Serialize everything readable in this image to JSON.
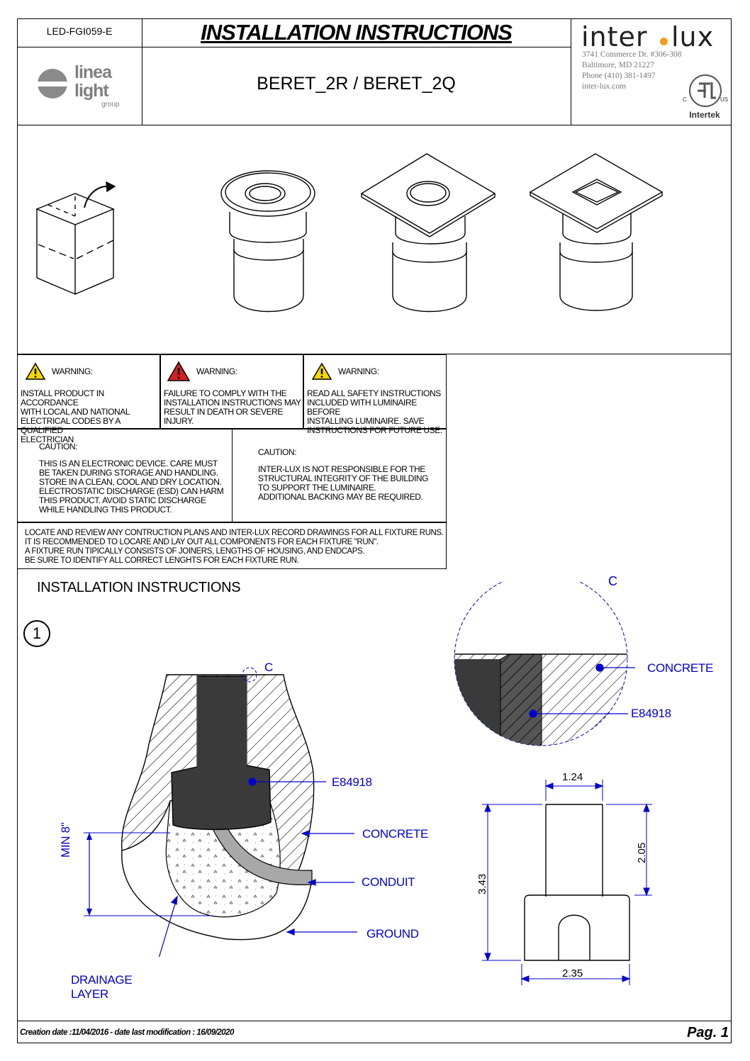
{
  "header": {
    "doc_code": "LED-FGI059-E",
    "title": "INSTALLATION INSTRUCTIONS",
    "product": "BERET_2R / BERET_2Q",
    "linea_logo": {
      "line1": "linea",
      "line2": "light",
      "line3": "group"
    },
    "interlux": {
      "brand_left": "inter",
      "brand_right": "lux",
      "address1": "3741 Commerce Dr. #306-308",
      "address2": "Baltimore, MD 21227",
      "phone": "Phone (410) 381-1497",
      "web": "inter-lux.com"
    },
    "cert": {
      "name": "Intertek",
      "c": "C",
      "us": "US"
    }
  },
  "warnings": [
    {
      "label": "WARNING:",
      "text": "INSTALL PRODUCT IN ACCORDANCE\nWITH LOCAL AND NATIONAL\nELECTRICAL CODES BY A QUALIFIED\nELECTRICIAN",
      "color": "#f5d800"
    },
    {
      "label": "WARNING:",
      "text": "FAILURE TO COMPLY WITH THE\nINSTALLATION INSTRUCTIONS MAY\nRESULT IN DEATH OR SEVERE\nINJURY.",
      "color": "#d42020"
    },
    {
      "label": "WARNING:",
      "text": "READ ALL SAFETY INSTRUCTIONS\nINCLUDED WITH LUMINAIRE BEFORE\nINSTALLING LUMINAIRE. SAVE\nINSTRUCTIONS FOR FUTURE USE.",
      "color": "#f5d800"
    }
  ],
  "cautions": [
    {
      "label": "CAUTION:",
      "text": "THIS IS AN ELECTRONIC DEVICE. CARE MUST\nBE TAKEN DURING STORAGE AND HANDLING.\nSTORE IN A CLEAN, COOL AND DRY LOCATION.\nELECTROSTATIC DISCHARGE (ESD) CAN HARM\nTHIS PRODUCT. AVOID STATIC DISCHARGE\nWHILE HANDLING THIS PRODUCT."
    },
    {
      "label": "CAUTION:",
      "text": "INTER-LUX IS NOT RESPONSIBLE FOR THE\nSTRUCTURAL INTEGRITY OF THE BUILDING\nTO SUPPORT THE LUMINAIRE.\nADDITIONAL BACKING MAY BE REQUIRED."
    }
  ],
  "notice": "LOCATE AND REVIEW ANY CONTRUCTION PLANS AND INTER-LUX RECORD DRAWINGS FOR ALL FIXTURE RUNS.\nIT IS RECOMMENDED TO LOCARE AND LAY OUT ALL COMPONENTS FOR EACH FIXTURE \"RUN\".\nA FIXTURE RUN TIPICALLY CONSISTS OF JOINERS, LENGTHS OF HOUSING, AND ENDCAPS.\nBE SURE TO IDENTIFY ALL CORRECT LENGHTS FOR EACH FIXTURE RUN.",
  "section_title": "INSTALLATION INSTRUCTIONS",
  "step": "1",
  "diagram": {
    "detail_marker": "C",
    "callouts": {
      "housing": "E84918",
      "concrete": "CONCRETE",
      "conduit": "CONDUIT",
      "ground": "GROUND",
      "drainage_1": "DRAINAGE",
      "drainage_2": "LAYER",
      "min_depth": "MIN 8\""
    },
    "detail": {
      "label": "C",
      "concrete": "CONCRETE",
      "housing": "E84918"
    },
    "dimensions": {
      "top_width": "1.24",
      "upper_height": "2.05",
      "total_height": "3.43",
      "base_width": "2.35"
    },
    "callout_color": "#0000cc"
  },
  "footer": {
    "dates": "Creation date :11/04/2016 - date last modification : 16/09/2020",
    "page": "Pag. 1"
  }
}
